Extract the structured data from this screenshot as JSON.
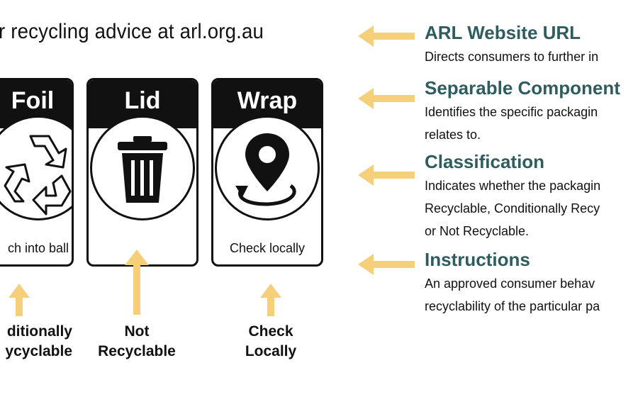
{
  "header": {
    "url_text": "r recycling advice at arl.org.au"
  },
  "cards": [
    {
      "title": "Foil",
      "icon": "recycle-icon",
      "instruction": "ch into ball",
      "classification": "ditionally\nycyclable"
    },
    {
      "title": "Lid",
      "icon": "trash-bin-icon",
      "instruction": "",
      "classification": "Not\nRecyclable"
    },
    {
      "title": "Wrap",
      "icon": "location-pin-icon",
      "instruction": "Check locally",
      "classification": "Check\nLocally"
    }
  ],
  "legend": [
    {
      "title": "ARL Website URL",
      "desc": [
        "Directs consumers to further in"
      ]
    },
    {
      "title": "Separable Component",
      "desc": [
        "Identifies the specific packagin",
        "relates to."
      ]
    },
    {
      "title": "Classification",
      "desc": [
        "Indicates whether the packagin",
        "Recyclable, Conditionally Recy",
        "or Not Recyclable."
      ]
    },
    {
      "title": "Instructions",
      "desc": [
        "An approved consumer behav",
        "recyclability of the particular pa"
      ]
    }
  ],
  "colors": {
    "arrow": "#f6cf7a",
    "legend_title": "#2f5d5f",
    "label_black": "#111111"
  }
}
